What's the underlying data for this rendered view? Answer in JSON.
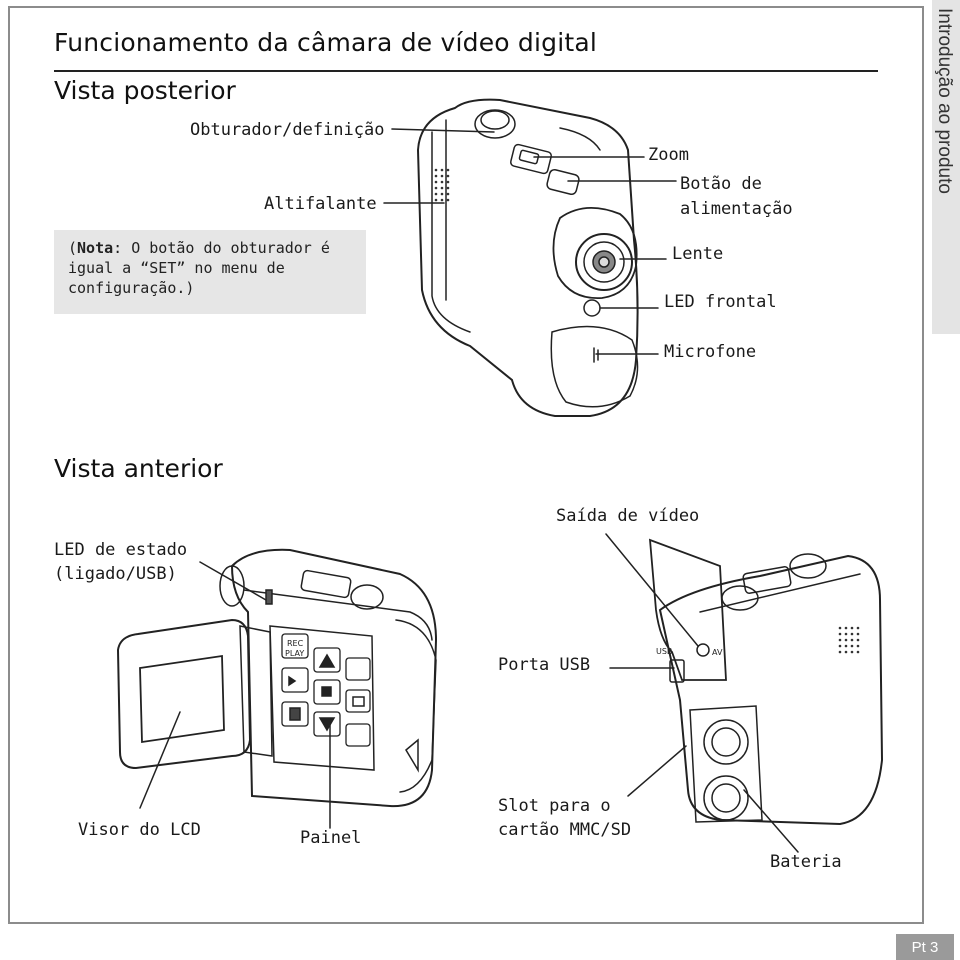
{
  "side_tab": "Introdução ao produto",
  "title": "Funcionamento da câmara de vídeo digital",
  "rear_view": {
    "heading": "Vista posterior",
    "labels": {
      "shutter": "Obturador/definição",
      "speaker": "Altifalante",
      "zoom": "Zoom",
      "power_line1": "Botão de",
      "power_line2": "alimentação",
      "lens": "Lente",
      "front_led": "LED frontal",
      "microphone": "Microfone"
    },
    "note": {
      "bold": "Nota",
      "line1_rest": ": O botão do obturador é",
      "line2": "igual a “SET” no menu de",
      "line3": "configuração.)"
    }
  },
  "front_view": {
    "heading": "Vista anterior",
    "labels": {
      "status_led_line1": "LED de estado",
      "status_led_line2": "(ligado/USB)",
      "lcd": "Visor do LCD",
      "panel": "Painel",
      "video_out": "Saída de vídeo",
      "usb_port": "Porta USB",
      "card_slot_line1": "Slot para o",
      "card_slot_line2": "cartão MMC/SD",
      "battery": "Bateria"
    },
    "device_marks": {
      "rec": "REC",
      "play": "PLAY",
      "usb": "USB",
      "av": "AV"
    }
  },
  "page_number": "Pt 3"
}
